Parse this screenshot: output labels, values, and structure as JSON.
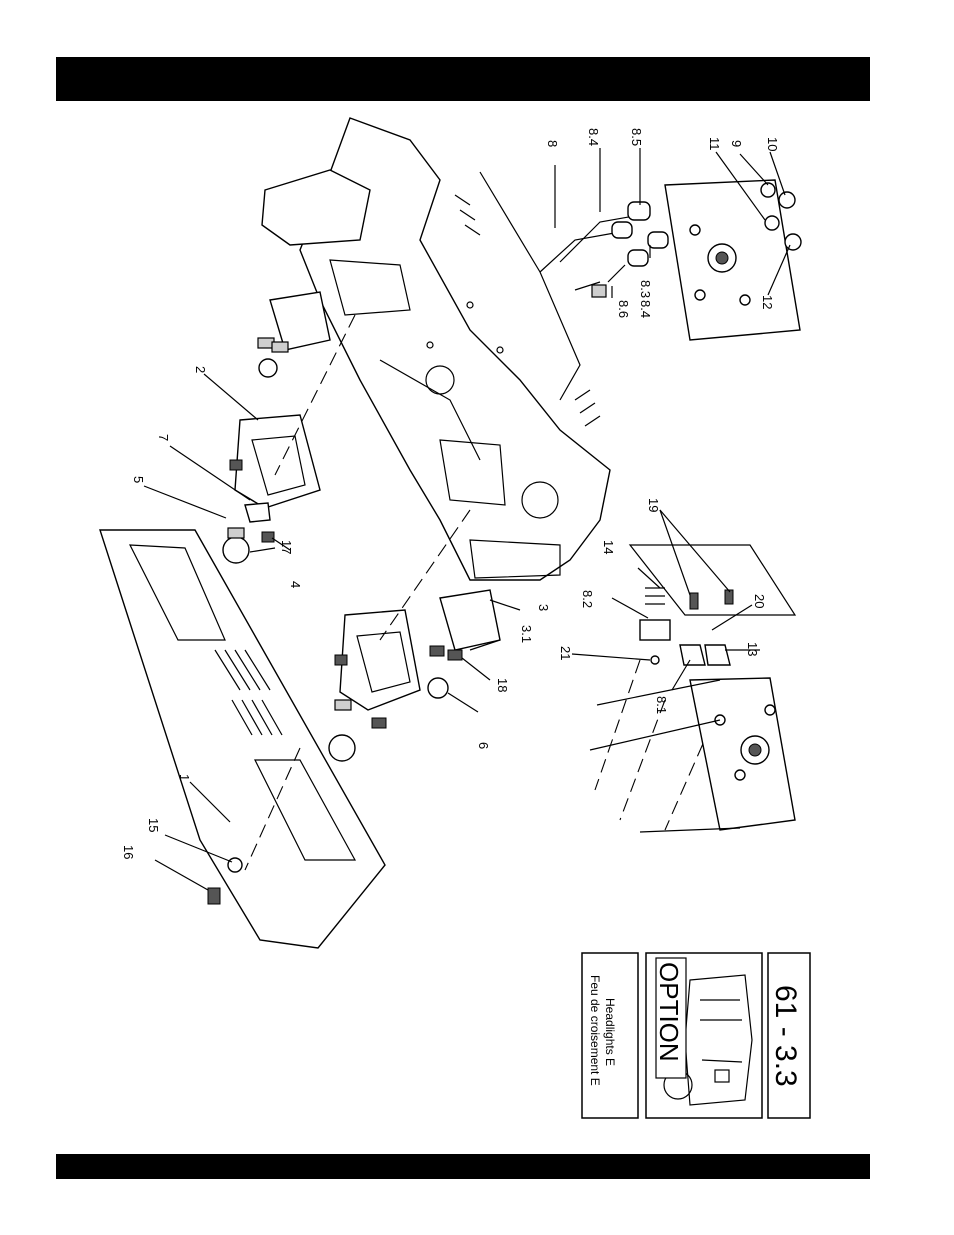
{
  "title_bar": "",
  "footer_bar": "",
  "part_labels": [
    {
      "id": "l1",
      "text": "1"
    },
    {
      "id": "l2",
      "text": "2"
    },
    {
      "id": "l3",
      "text": "3"
    },
    {
      "id": "l3_1",
      "text": "3.1"
    },
    {
      "id": "l4",
      "text": "4"
    },
    {
      "id": "l5",
      "text": "5"
    },
    {
      "id": "l6",
      "text": "6"
    },
    {
      "id": "l7",
      "text": "7"
    },
    {
      "id": "l8",
      "text": "8"
    },
    {
      "id": "l8_1",
      "text": "8.1"
    },
    {
      "id": "l8_2",
      "text": "8.2"
    },
    {
      "id": "l8_3",
      "text": "8.3"
    },
    {
      "id": "l8_4a",
      "text": "8.4"
    },
    {
      "id": "l8_4b",
      "text": "8.4"
    },
    {
      "id": "l8_5",
      "text": "8.5"
    },
    {
      "id": "l8_6",
      "text": "8.6"
    },
    {
      "id": "l9",
      "text": "9"
    },
    {
      "id": "l10",
      "text": "10"
    },
    {
      "id": "l11",
      "text": "11"
    },
    {
      "id": "l12",
      "text": "12"
    },
    {
      "id": "l13",
      "text": "13"
    },
    {
      "id": "l14",
      "text": "14"
    },
    {
      "id": "l15",
      "text": "15"
    },
    {
      "id": "l16",
      "text": "16"
    },
    {
      "id": "l17",
      "text": "17"
    },
    {
      "id": "l18",
      "text": "18"
    },
    {
      "id": "l19",
      "text": "19"
    },
    {
      "id": "l20",
      "text": "20"
    },
    {
      "id": "l21",
      "text": "21"
    }
  ],
  "info_box": {
    "code": "61 - 3.3",
    "option_label": "OPTION",
    "caption_en": "Headlights E",
    "caption_fr": "Feu de croisement E"
  }
}
